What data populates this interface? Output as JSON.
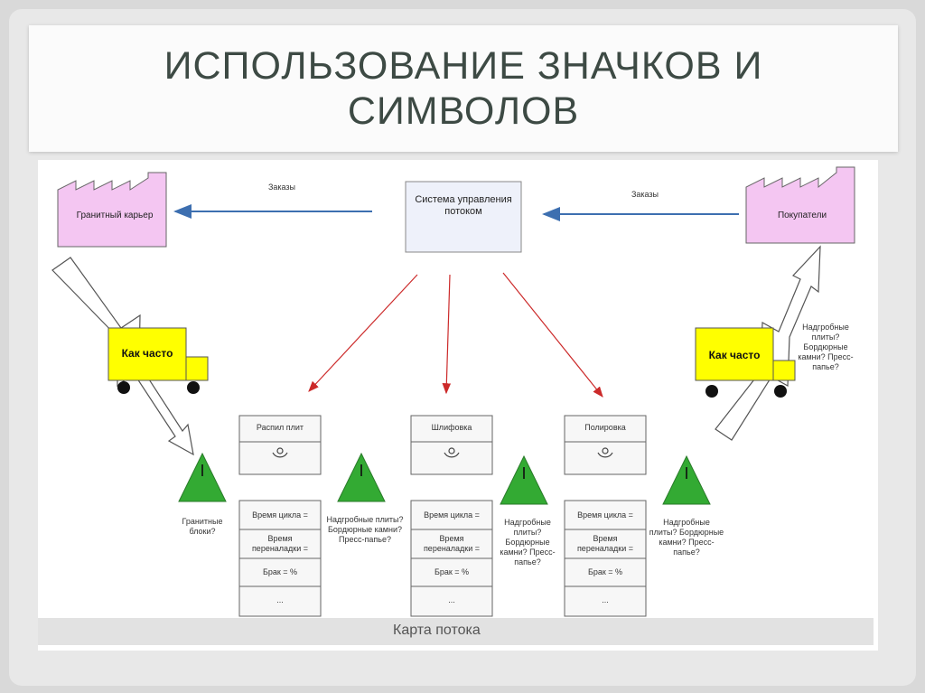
{
  "slide": {
    "title": "ИСПОЛЬЗОВАНИЕ ЗНАЧКОВ И СИМВОЛОВ"
  },
  "diagram": {
    "orders_left": "Заказы",
    "orders_right": "Заказы",
    "supplier": "Гранитный карьер",
    "control": "Система управления потоком",
    "customer": "Покупатели",
    "truck_left": "Как часто",
    "truck_right": "Как часто",
    "truck_right_note": "Надгробные плиты? Бордюрные камни? Пресс-папье?",
    "inventory_1_note": "Гранитные блоки?",
    "inventory_2_note": "Надгробные плиты? Бордюрные камни? Пресс-папье?",
    "inventory_3_note": "Надгробные плиты? Бордюрные камни? Пресс-папье?",
    "inventory_4_note": "Надгробные плиты? Бордюрные камни? Пресс-папье?",
    "inventory_symbol": "I",
    "processes": [
      {
        "name": "Распил плит",
        "rows": [
          "Время цикла =",
          "Время переналадки =",
          "Брак = %",
          "..."
        ]
      },
      {
        "name": "Шлифовка",
        "rows": [
          "Время цикла =",
          "Время переналадки =",
          "Брак = %",
          "..."
        ]
      },
      {
        "name": "Полировка",
        "rows": [
          "Время цикла =",
          "Время переналадки =",
          "Брак = %",
          "..."
        ]
      }
    ],
    "caption": "Карта потока"
  },
  "colors": {
    "factory_fill": "#f4c6f2",
    "truck_fill": "#ffff00",
    "triangle_fill": "#33aa33",
    "control_fill": "#eef1fa",
    "info_arrow": "#3d6fb0",
    "schedule_arrow": "#cc2a2a"
  }
}
